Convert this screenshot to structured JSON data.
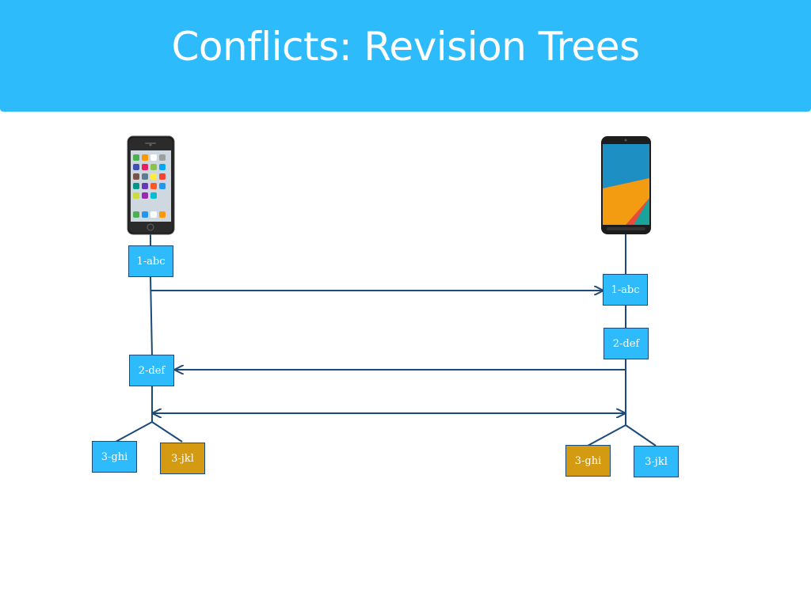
{
  "title": "Conflicts: Revision Trees",
  "colors": {
    "header": "#2dbbfc",
    "node_default": "#2dbbfc",
    "node_winner": "#d49a12",
    "line": "#1c4a7a"
  },
  "devices": {
    "left": {
      "icon": "iphone-icon"
    },
    "right": {
      "icon": "android-phone-icon"
    }
  },
  "left_tree": {
    "rev1": "1-abc",
    "rev2": "2-def",
    "rev3a": "3-ghi",
    "rev3b": "3-jkl"
  },
  "right_tree": {
    "rev1": "1-abc",
    "rev2": "2-def",
    "rev3a": "3-ghi",
    "rev3b": "3-jkl"
  }
}
